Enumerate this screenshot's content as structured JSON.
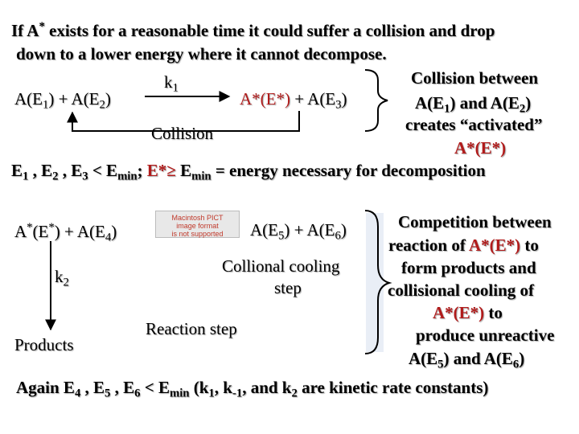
{
  "intro": {
    "line1_a": "If A",
    "line1_star": "*",
    "line1_b": " exists for a reasonable time it could suffer a collision and drop",
    "line2": "down to a lower energy where it cannot decompose."
  },
  "reaction1": {
    "k": "k",
    "k_sub": "1",
    "left_a": "A(E",
    "left_sub1": "1",
    "left_b": ") + A(E",
    "left_sub2": "2",
    "left_c": ")",
    "right_red": "A*(E*)",
    "right_a": " + A(E",
    "right_sub": "3",
    "right_b": ")",
    "collision_label": "Collision"
  },
  "note1": {
    "line1": "Collision between",
    "line2_a": "A(E",
    "line2_sub1": "1",
    "line2_b": ") and A(E",
    "line2_sub2": "2",
    "line2_c": ")",
    "line3": "creates “activated”",
    "line4": "A*(E*)"
  },
  "energy_line": {
    "a": "E",
    "s1": "1",
    "b": " , E",
    "s2": "2",
    "c": " , E",
    "s3": "3",
    "d": " < E",
    "s4": "min",
    "e": "; ",
    "red": "E*≥",
    "f": " E",
    "s5": "min",
    "g": " = energy necessary for decomposition"
  },
  "reaction2": {
    "left_a": "A",
    "left_sup1": "*",
    "left_b": "(E",
    "left_sup2": "*",
    "left_c": ") + A(E",
    "left_sub": "4",
    "left_d": ")",
    "right_a": "A(E",
    "right_sub1": "5",
    "right_b": ") + A(E",
    "right_sub2": "6",
    "right_c": ")",
    "pict_line1": "Macintosh PICT",
    "pict_line2": "image format",
    "pict_line3": "is not supported",
    "k2": "k",
    "k2_sub": "2",
    "products": "Products",
    "cooling_line1": "Collional cooling",
    "cooling_line2": "step",
    "reaction_step": "Reaction step"
  },
  "note2": {
    "line1": "Competition between",
    "line2_a": "reaction of ",
    "line2_red": "A*(E*)",
    "line2_b": " to",
    "line3": "form products and",
    "line4": "collisional cooling of",
    "line5_red": "A*(E*)",
    "line5_b": " to",
    "line6": "produce unreactive",
    "line7_a": "A(E",
    "line7_sub1": "5",
    "line7_b": ") and A(E",
    "line7_sub2": "6",
    "line7_c": ")"
  },
  "footer": {
    "a": "Again E",
    "s1": "4",
    "b": " , E",
    "s2": "5",
    "c": " , E",
    "s3": "6",
    "d": " < E",
    "s4": "min",
    "e": "   (k",
    "s5": "1",
    "f": ", k",
    "s6": "-1",
    "g": ", and k",
    "s7": "2",
    "h": " are kinetic rate constants)"
  },
  "colors": {
    "highlight_red": "#b11b1b",
    "text": "#000000",
    "side_box": "#e9eef6"
  },
  "icons": {
    "brace_top": "right-curly-brace",
    "brace_bottom": "right-curly-brace",
    "arrows": "arrow"
  }
}
